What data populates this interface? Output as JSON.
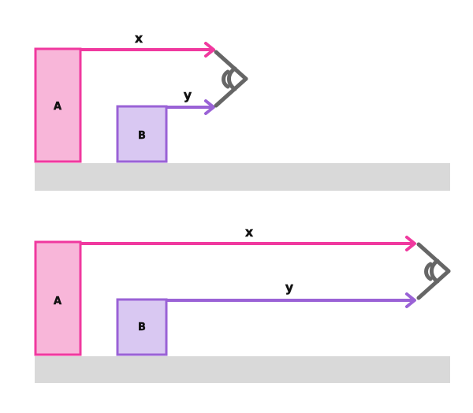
{
  "colors": {
    "ground": "#d9d9d9",
    "box_a_fill": "#f8b6d9",
    "box_a_stroke": "#f0399f",
    "box_b_fill": "#d9c8f2",
    "box_b_stroke": "#9a62d6",
    "arrow_x": "#f0399f",
    "arrow_y": "#9a62d6",
    "eye": "#666666"
  },
  "panels": [
    {
      "box_a_label": "A",
      "box_b_label": "B",
      "arrow_x_label": "x",
      "arrow_y_label": "y",
      "eye_icon": "eye-icon"
    },
    {
      "box_a_label": "A",
      "box_b_label": "B",
      "arrow_x_label": "x",
      "arrow_y_label": "y",
      "eye_icon": "eye-icon"
    }
  ]
}
